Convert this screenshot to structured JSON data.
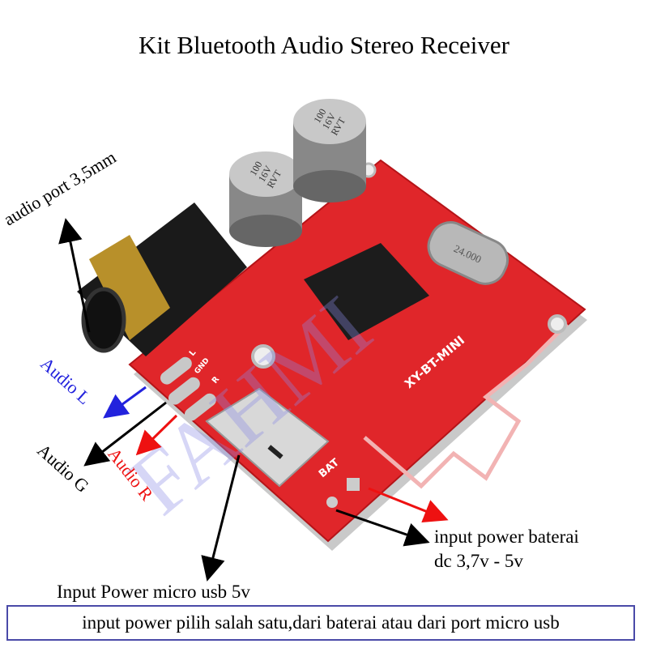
{
  "title": "Kit Bluetooth Audio Stereo Receiver",
  "labels": {
    "audio_port": "audio port 3,5mm",
    "audio_l": "Audio L",
    "audio_g": "Audio G",
    "audio_r": "Audio R",
    "battery_line1": "input power baterai",
    "battery_line2": "dc 3,7v - 5v",
    "micro_usb": "Input Power micro usb 5v"
  },
  "note": "input power pilih salah satu,dari baterai atau dari port micro usb",
  "board": {
    "capacitor_1": [
      "100",
      "16V",
      "RVT"
    ],
    "capacitor_2": [
      "100",
      "16V",
      "RVT"
    ],
    "crystal": "24.000",
    "model": "XY-BT-MINI",
    "pins": [
      "L",
      "GND",
      "R"
    ],
    "battery_pad": "BAT",
    "watermark": "FAHMI"
  },
  "colors": {
    "board": "#e0262a",
    "audio_l": "#2222dd",
    "audio_r": "#ee1111",
    "note_border": "#4a4aa8"
  }
}
